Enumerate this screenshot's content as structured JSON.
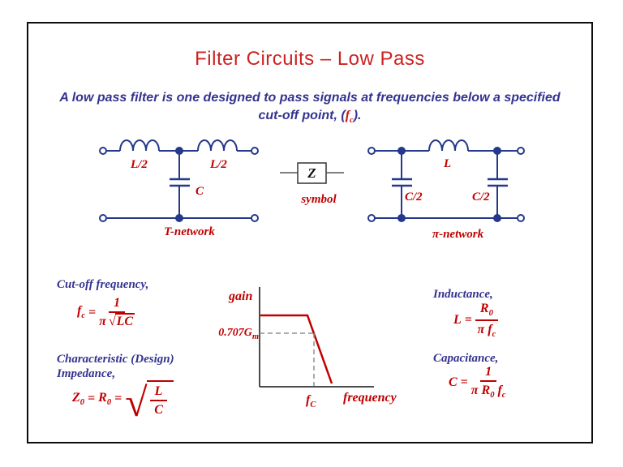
{
  "colors": {
    "title_red": "#cc2222",
    "formula_red": "#c00000",
    "heading_blue": "#333390",
    "circuit_blue": "#24388c",
    "axis_black": "#111111",
    "dash_gray": "#909090"
  },
  "slide": {
    "title": "Filter Circuits – Low Pass",
    "subtitle_line1": "A low pass filter is one designed to pass signals at frequencies below a specified",
    "subtitle_line2_pre": "cut-off point, (",
    "subtitle_fc_base": "f",
    "subtitle_fc_sub": "c",
    "subtitle_line2_post": ")."
  },
  "circuits": {
    "t_network": {
      "label": "T-network",
      "inductor_left": "L/2",
      "inductor_right": "L/2",
      "capacitor": "C"
    },
    "symbol": {
      "label": "symbol",
      "letter": "Z"
    },
    "pi_network": {
      "label": "π-network",
      "inductor": "L",
      "capacitor_left": "C/2",
      "capacitor_right": "C/2"
    }
  },
  "formulas": {
    "cutoff": {
      "heading": "Cut-off frequency,",
      "lhs_base": "f",
      "lhs_sub": "c",
      "equals": "=",
      "numerator": "1",
      "den_pi": "π",
      "radical": "√",
      "den_radicand": "LC"
    },
    "impedance": {
      "heading_line1": "Characteristic (Design)",
      "heading_line2": "Impedance,",
      "z_base": "Z",
      "z_sub": "0",
      "equals1": "=",
      "r_base": "R",
      "r_sub": "0",
      "equals2": "=",
      "radical": "√",
      "numerator": "L",
      "denominator": "C"
    },
    "inductance": {
      "heading": "Inductance,",
      "lhs": "L",
      "equals": "=",
      "num_base": "R",
      "num_sub": "0",
      "den_pi": "π",
      "den_f_base": "f",
      "den_f_sub": "c"
    },
    "capacitance": {
      "heading": "Capacitance,",
      "lhs": "C",
      "equals": "=",
      "numerator": "1",
      "den_pi": "π",
      "den_r_base": "R",
      "den_r_sub": "0",
      "den_f_base": "f",
      "den_f_sub": "c"
    }
  },
  "graph": {
    "y_axis_label": "gain",
    "x_axis_label": "frequency",
    "threshold_prefix": "0.707",
    "threshold_g_base": "G",
    "threshold_g_sub": "m",
    "cutoff_tick_base": "f",
    "cutoff_tick_sub": "C"
  },
  "chart_data": {
    "type": "line",
    "title": "",
    "xlabel": "frequency",
    "ylabel": "gain",
    "axis_range_note": "qualitative sketch, no numeric scales shown",
    "x_ticks": [
      {
        "label": "fC",
        "x_frac": 0.48
      }
    ],
    "annotations": [
      {
        "label": "0.707Gm",
        "kind": "horizontal-dashed-guide",
        "y_frac": 0.707
      },
      {
        "label": "fC",
        "kind": "vertical-dashed-guide",
        "x_frac": 0.48
      }
    ],
    "series": [
      {
        "name": "low-pass gain response",
        "color": "#c00000",
        "points_frac": [
          [
            0.01,
            0.95
          ],
          [
            0.42,
            0.95
          ],
          [
            0.63,
            0.03
          ]
        ]
      }
    ]
  }
}
